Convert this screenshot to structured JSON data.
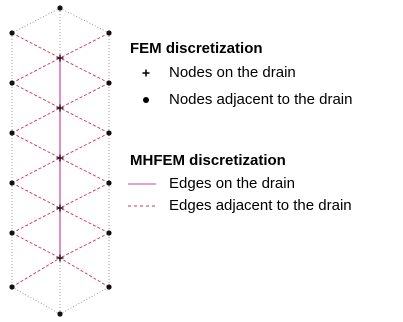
{
  "fem": {
    "title": "FEM discretization",
    "items": [
      {
        "symbol": "plus-icon",
        "label": "Nodes on the drain"
      },
      {
        "symbol": "dot-icon",
        "label": "Nodes adjacent to the drain"
      }
    ]
  },
  "mhfem": {
    "title": "MHFEM discretization",
    "items": [
      {
        "symbol": "solid-line-icon",
        "label": "Edges on the drain"
      },
      {
        "symbol": "dashed-line-icon",
        "label": "Edges adjacent to the drain"
      }
    ]
  },
  "colors": {
    "drain_edge": "#cc44aa",
    "adjacent_edge": "#d03060",
    "mesh_edge": "#888888",
    "node": "#111111"
  }
}
